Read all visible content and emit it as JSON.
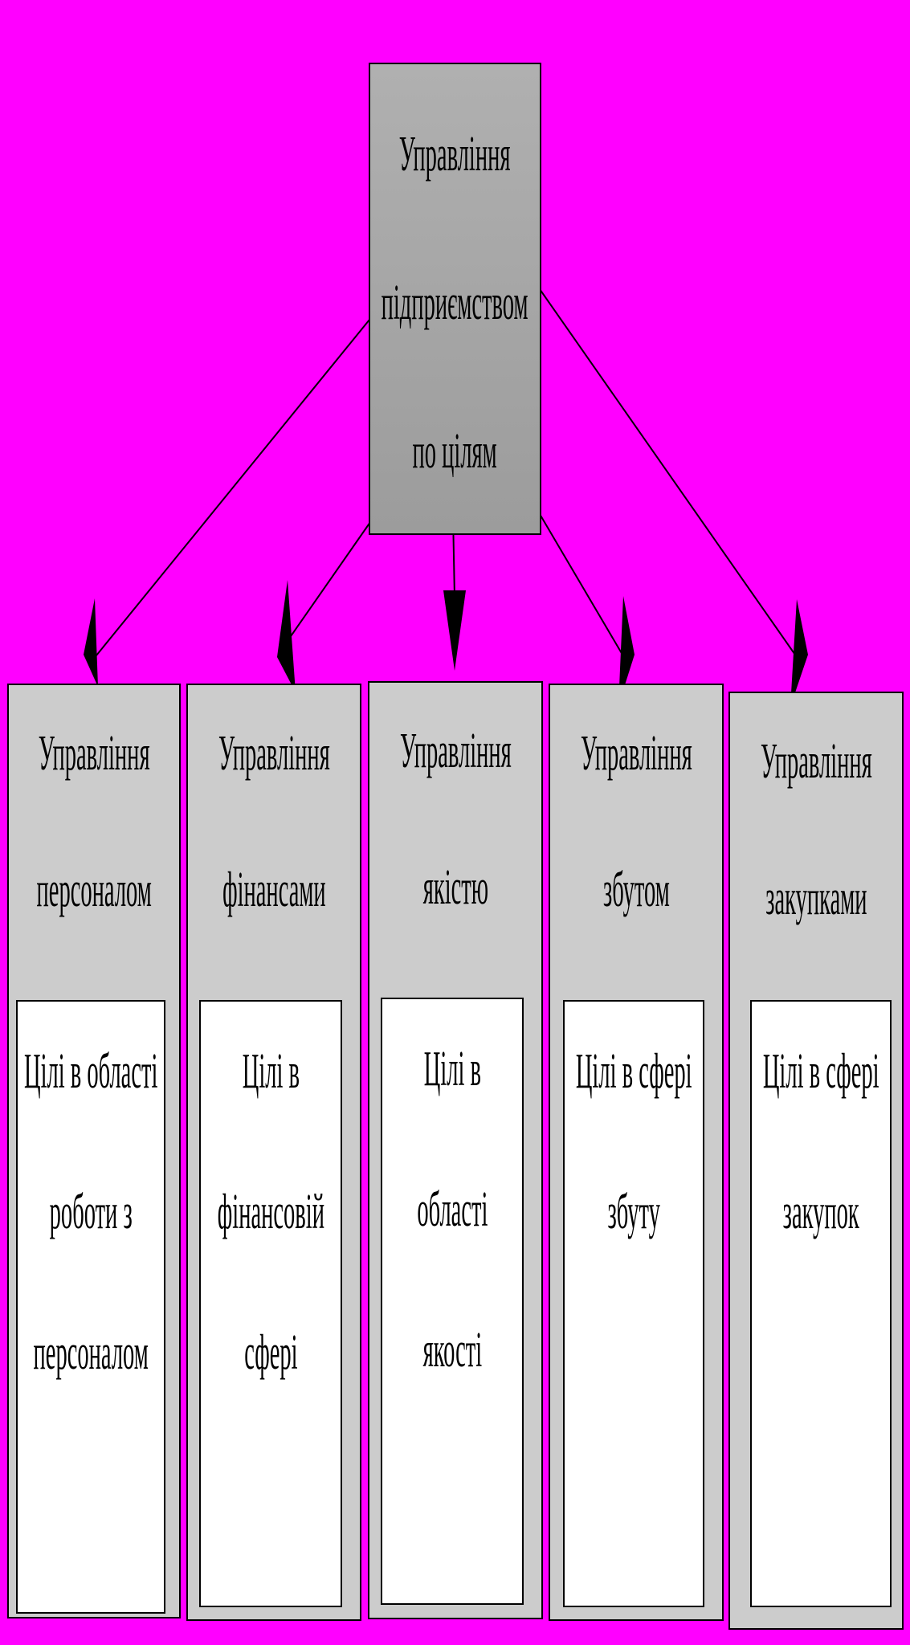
{
  "colors": {
    "background": "#ff00ff",
    "root_fill": "#a6a6a6",
    "branch_fill": "#cccccc",
    "goal_fill": "#ffffff",
    "stroke": "#000000"
  },
  "root": {
    "label": "Управління\nпідприємством\nпо цілям"
  },
  "branches": [
    {
      "label": "Управління\nперсоналом",
      "goal": "Цілі в області\nроботи з\nперсоналом"
    },
    {
      "label": "Управління\nфінансами",
      "goal": "Цілі в\nфінансовій\nсфері"
    },
    {
      "label": "Управління\nякістю",
      "goal": "Цілі в\nобласті\nякості"
    },
    {
      "label": "Управління\nзбутом",
      "goal": "Цілі в сфері\nзбуту"
    },
    {
      "label": "Управління\nзакупками",
      "goal": "Цілі в сфері\nзакупок"
    }
  ]
}
